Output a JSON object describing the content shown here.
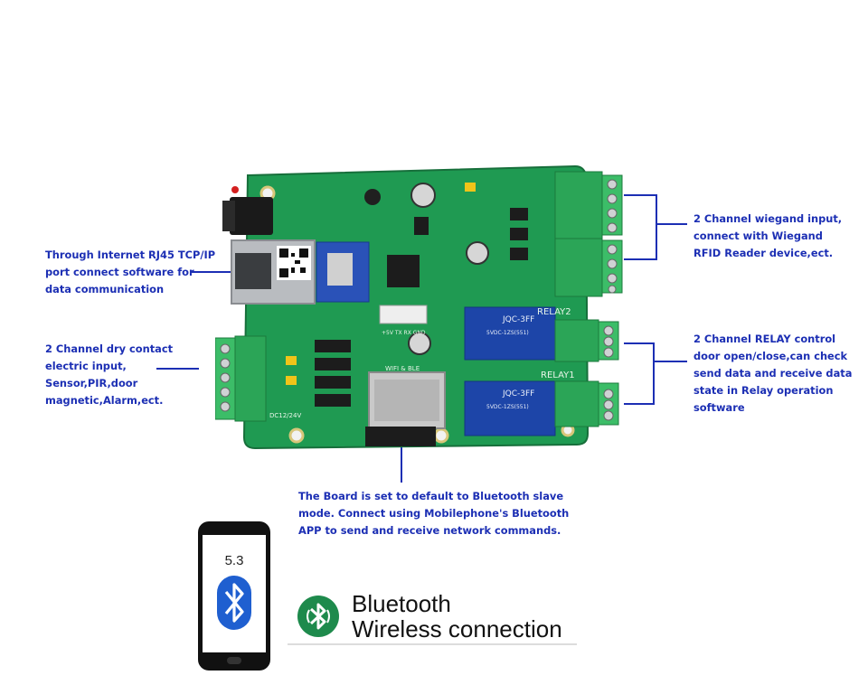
{
  "callouts": {
    "rj45": "Through Internet RJ45 TCP/IP\nport connect software for\ndata communication",
    "dry_contact": "2 Channel dry contact\nelectric input,\nSensor,PIR,door\nmagnetic,Alarm,ect.",
    "wiegand": "2 Channel wiegand input,\nconnect with Wiegand\nRFID Reader device,ect.",
    "relay": "2 Channel RELAY control\ndoor open/close,can check\nsend data and receive data\nstate in Relay operation\nsoftware",
    "bluetooth_default": "The Board is set to default to Bluetooth slave\nmode. Connect using Mobilephone's Bluetooth\nAPP to send and receive network commands."
  },
  "phone": {
    "version": "5.3"
  },
  "banner": {
    "title": "Bluetooth",
    "subtitle": "Wireless connection"
  },
  "board_labels": {
    "relay2": "RELAY2",
    "relay1": "RELAY1",
    "relay_model": "JQC-3FF",
    "relay_spec": "5VDC-1ZS(551)",
    "wifi_ble": "WIFI & BLE",
    "dc_in": "DC12/24V",
    "uart": "+5V TX RX GND"
  },
  "colors": {
    "callout_text": "#1c2fb4",
    "annotation_line": "#1c2fb4",
    "pcb": "#1f9a52",
    "terminal": "#2ba557",
    "relay": "#1d45a8",
    "bt_logo": "#1e8a4c"
  }
}
